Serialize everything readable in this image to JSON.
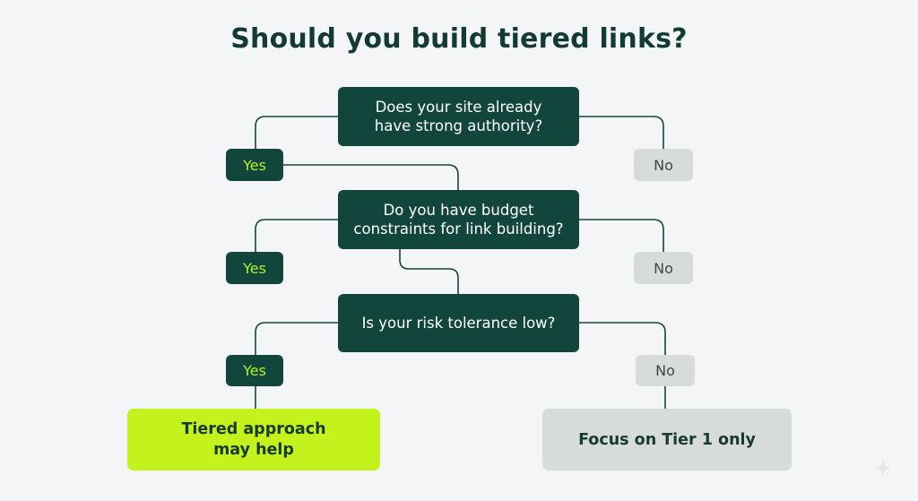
{
  "title": "Should you build tiered links?",
  "questions": [
    {
      "text": "Does your site already\nhave strong authority?",
      "yes": "Yes",
      "no": "No"
    },
    {
      "text": "Do you have budget\nconstraints for link building?",
      "yes": "Yes",
      "no": "No"
    },
    {
      "text": "Is your risk tolerance low?",
      "yes": "Yes",
      "no": "No"
    }
  ],
  "outcomes": {
    "yes": "Tiered approach\nmay help",
    "no": "Focus on Tier 1 only"
  },
  "colors": {
    "background": "#f3f5f6",
    "question_fill": "#12463c",
    "yes_text": "#b5ef2c",
    "no_fill": "#d8dbdc",
    "outcome_yes_fill": "#c4f21c",
    "line": "#12463c"
  },
  "icons": {
    "corner": "sparkle-icon"
  }
}
